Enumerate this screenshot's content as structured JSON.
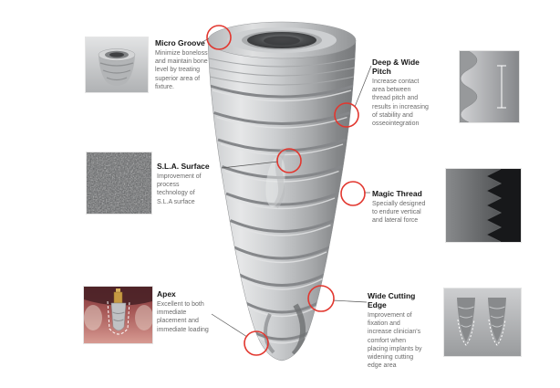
{
  "callouts": {
    "micro_groove": {
      "title": "Micro Groove",
      "description": "Minimize boneloss and maintain bone level by treating superior area of fixture."
    },
    "sla_surface": {
      "title": "S.L.A. Surface",
      "description": "Improvement of process technology of S.L.A surface"
    },
    "apex": {
      "title": "Apex",
      "description": "Excellent to both immediate placement and immediate loading"
    },
    "deep_wide_pitch": {
      "title": "Deep & Wide Pitch",
      "description": "Increase contact area between thread pitch and results in increasing of stability and osseointegration"
    },
    "magic_thread": {
      "title": "Magic Thread",
      "description": "Specially designed to endure vertical and lateral force"
    },
    "wide_cutting_edge": {
      "title": "Wide Cutting Edge",
      "description": "Improvement of fixation and increase clinician's comfort when placing implants by widening cutting edge area"
    }
  },
  "colors": {
    "marker_red": "#e2372f",
    "title_text": "#151515",
    "body_text": "#6a6a6a",
    "background": "#ffffff"
  }
}
